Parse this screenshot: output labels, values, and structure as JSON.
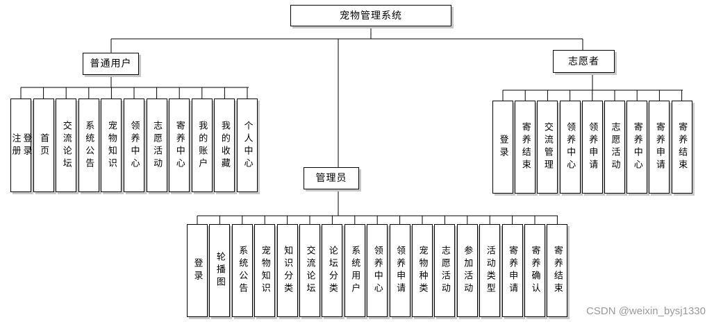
{
  "root": "宠物管理系统",
  "groups": {
    "user": {
      "label": "普通用户",
      "items": [
        "登录注册",
        "首页",
        "交流论坛",
        "系统公告",
        "宠物知识",
        "领养中心",
        "志愿活动",
        "寄养中心",
        "我的账户",
        "我的收藏",
        "个人中心"
      ]
    },
    "volunteer": {
      "label": "志愿者",
      "items": [
        "登录",
        "寄养结束",
        "交流管理",
        "领养中心",
        "领养申请",
        "志愿活动",
        "寄养中心",
        "寄养申请",
        "寄养结束"
      ]
    },
    "admin": {
      "label": "管理员",
      "items": [
        "登录",
        "轮播图",
        "系统公告",
        "宠物知识",
        "知识分类",
        "交流论坛",
        "论坛分类",
        "系统用户",
        "领养中心",
        "领养申请",
        "宠物种类",
        "志愿活动",
        "参加活动",
        "活动类型",
        "寄养申请",
        "寄养确认",
        "寄养结束"
      ]
    }
  },
  "watermark": "CSDN @weixin_bysj1330",
  "colors": {
    "line": "#000000",
    "shadow": "#c8c8c8",
    "watermark": "#9a9a9a"
  }
}
